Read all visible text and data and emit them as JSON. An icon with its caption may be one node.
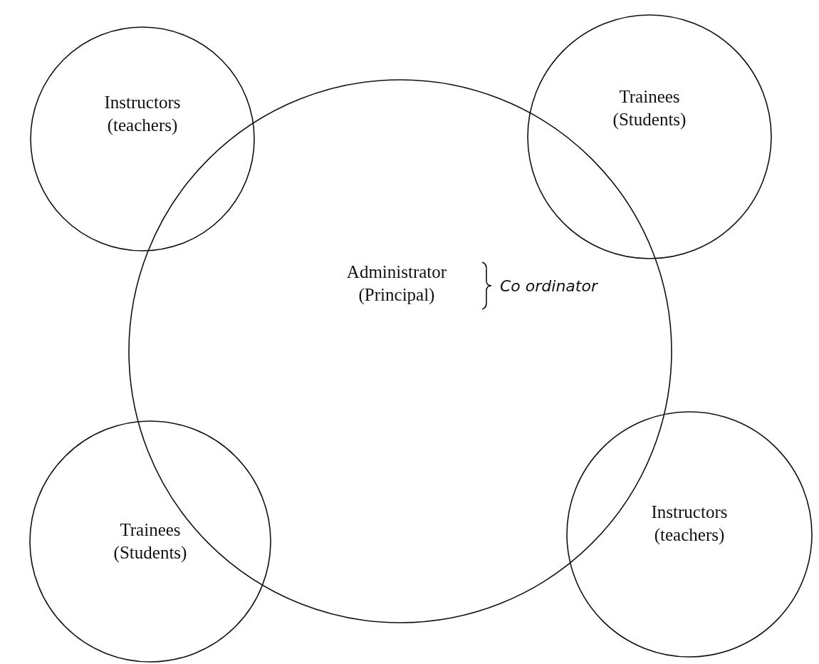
{
  "diagram": {
    "nodes": [
      {
        "text": [
          "Instructors (teachers)"
        ]
      },
      {
        "text": [
          "Trainees (Students)"
        ]
      },
      {
        "text": [
          "Administrator (Principal)",
          "Co ordinator"
        ]
      },
      {
        "text": [
          "Trainees (Students)"
        ]
      },
      {
        "text": [
          "Instructors (teachers)"
        ]
      }
    ],
    "edges": []
  }
}
